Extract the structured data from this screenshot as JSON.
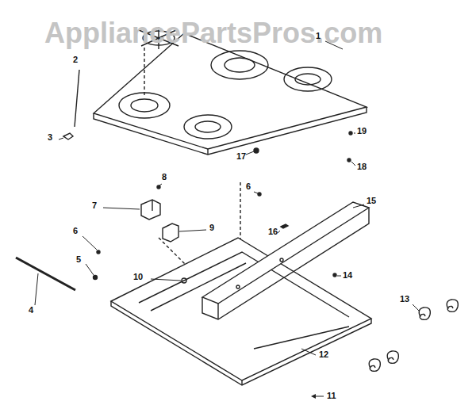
{
  "diagram": {
    "labels": [
      "AppliancePartsPros.com",
      "1",
      "2",
      "3",
      "19",
      "17",
      "18",
      "8",
      "6",
      "15",
      "7",
      "9",
      "16",
      "6",
      "5",
      "10",
      "14",
      "4",
      "13",
      "12",
      "11"
    ]
  }
}
